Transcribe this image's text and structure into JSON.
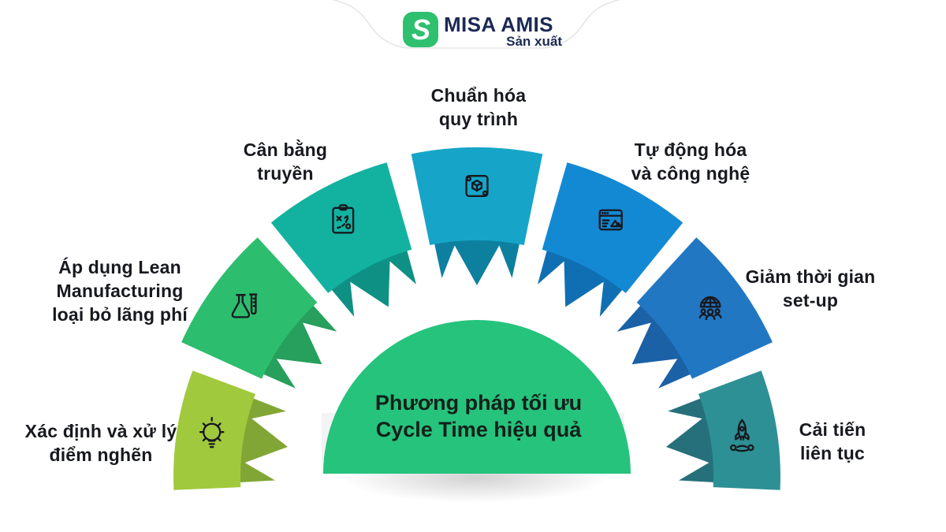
{
  "logo": {
    "brand": "MISA AMIS",
    "sub": "Sản xuất",
    "glyph": "S",
    "icon_color": "#2ec06f",
    "text_color": "#1b2a55"
  },
  "center": {
    "title": "Phương pháp tối ưu\nCycle Time hiệu quả",
    "color": "#26c37d"
  },
  "segments": [
    {
      "label": "Xác định và xử lý\nđiểm nghẽn",
      "icon": "lightbulb-icon",
      "color": "#a1c93d",
      "color_dark": "#81a636"
    },
    {
      "label": "Áp dụng Lean\nManufacturing\nloại bỏ lãng phí",
      "icon": "flask-icon",
      "color": "#2dbd6e",
      "color_dark": "#26a05c"
    },
    {
      "label": "Cân bằng\ntruyền",
      "icon": "strategy-clipboard-icon",
      "color": "#13b2a0",
      "color_dark": "#0e9184"
    },
    {
      "label": "Chuẩn hóa\nquy trình",
      "icon": "blueprint-scroll-icon",
      "color": "#16a5c8",
      "color_dark": "#0d80a0"
    },
    {
      "label": "Tự động hóa\nvà công nghệ",
      "icon": "browser-window-icon",
      "color": "#1489d3",
      "color_dark": "#0f6fb2"
    },
    {
      "label": "Giảm thời gian\nset-up",
      "icon": "team-globe-icon",
      "color": "#2277c3",
      "color_dark": "#1a61a6"
    },
    {
      "label": "Cải tiến\nliên tục",
      "icon": "rocket-icon",
      "color": "#2d9095",
      "color_dark": "#25707a"
    }
  ]
}
